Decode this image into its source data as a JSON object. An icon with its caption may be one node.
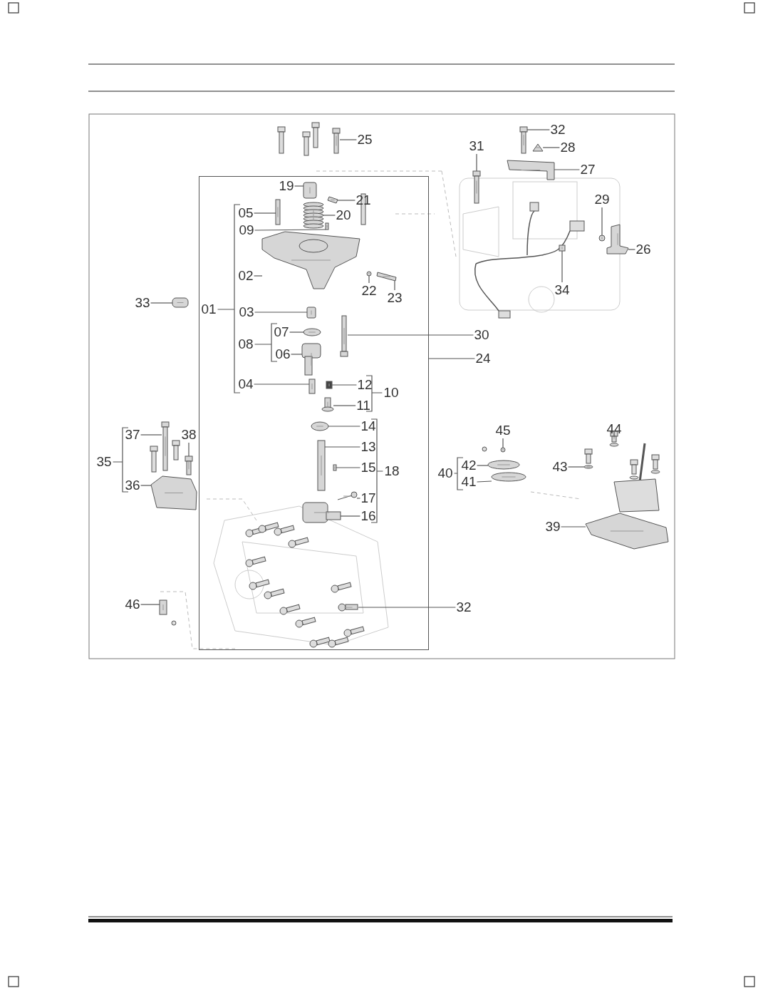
{
  "diagram": {
    "nodes": [
      {
        "text": [
          "32"
        ]
      },
      {
        "text": [
          "25"
        ]
      },
      {
        "text": [
          "31"
        ]
      },
      {
        "text": [
          "28"
        ]
      },
      {
        "text": [
          "27"
        ]
      },
      {
        "text": [],
        "shape": "box"
      },
      {
        "text": [
          "19"
        ],
        "in": 5
      },
      {
        "text": [
          "21"
        ],
        "in": 5
      },
      {
        "text": [
          "29"
        ]
      },
      {
        "text": [
          "05"
        ],
        "in": 5
      },
      {
        "text": [
          "20"
        ],
        "in": 5
      },
      {
        "text": [
          "09"
        ],
        "in": 5
      },
      {
        "text": [
          "26"
        ]
      },
      {
        "text": [
          "02"
        ],
        "in": 5
      },
      {
        "text": [
          "34"
        ]
      },
      {
        "text": [
          "22"
        ],
        "in": 5
      },
      {
        "text": [
          "23"
        ],
        "in": 5
      },
      {
        "text": [
          "33"
        ]
      },
      {
        "text": [
          "03"
        ],
        "in": 5
      },
      {
        "text": [
          "07"
        ],
        "in": 5
      },
      {
        "text": [
          "30"
        ]
      },
      {
        "text": [
          "06"
        ],
        "in": 5
      },
      {
        "text": [
          "24"
        ]
      },
      {
        "text": [
          "04"
        ],
        "in": 5
      },
      {
        "text": [
          "12"
        ],
        "in": 5
      },
      {
        "text": [
          "11"
        ],
        "in": 5
      },
      {
        "text": [
          "14"
        ],
        "in": 5
      },
      {
        "text": [
          "45"
        ]
      },
      {
        "text": [
          "44"
        ]
      },
      {
        "text": [
          "37"
        ]
      },
      {
        "text": [
          "38"
        ]
      },
      {
        "text": [
          "13"
        ],
        "in": 5
      },
      {
        "text": [
          "42"
        ]
      },
      {
        "text": [
          "43"
        ]
      },
      {
        "text": [
          "15"
        ],
        "in": 5
      },
      {
        "text": [
          "41"
        ]
      },
      {
        "text": [
          "36"
        ]
      },
      {
        "text": [
          "17"
        ],
        "in": 5
      },
      {
        "text": [
          "16"
        ],
        "in": 5
      },
      {
        "text": [
          "39"
        ]
      },
      {
        "text": [
          "46"
        ]
      },
      {
        "text": [
          "32"
        ]
      },
      {
        "text": [],
        "shape": "picture"
      },
      {
        "text": [],
        "shape": "picture"
      },
      {
        "text": [],
        "shape": "picture"
      },
      {
        "text": [],
        "shape": "picture"
      },
      {
        "text": [],
        "shape": "picture"
      },
      {
        "text": [],
        "shape": "picture",
        "in": 5
      },
      {
        "text": [],
        "shape": "picture",
        "in": 5
      },
      {
        "text": [],
        "shape": "picture"
      },
      {
        "text": [],
        "shape": "picture",
        "in": 5
      },
      {
        "text": [],
        "shape": "picture",
        "in": 5
      },
      {
        "text": [],
        "shape": "picture",
        "in": 5
      },
      {
        "text": [],
        "shape": "picture"
      },
      {
        "text": [],
        "shape": "picture",
        "in": 5
      },
      {
        "text": [],
        "shape": "picture"
      },
      {
        "text": [],
        "shape": "picture",
        "in": 5
      },
      {
        "text": [],
        "shape": "picture",
        "in": 5
      },
      {
        "text": [],
        "shape": "picture"
      },
      {
        "text": [],
        "shape": "picture",
        "in": 5
      },
      {
        "text": [],
        "shape": "picture",
        "in": 5
      },
      {
        "text": [],
        "shape": "picture",
        "in": 5
      },
      {
        "text": [],
        "shape": "picture",
        "in": 5
      },
      {
        "text": [],
        "shape": "picture",
        "in": 5
      },
      {
        "text": [],
        "shape": "picture",
        "in": 5
      },
      {
        "text": [],
        "shape": "picture",
        "in": 5
      },
      {
        "text": [],
        "shape": "picture",
        "in": 5
      },
      {
        "text": [],
        "shape": "picture"
      },
      {
        "text": [],
        "shape": "picture"
      },
      {
        "text": [],
        "shape": "picture"
      },
      {
        "text": [],
        "shape": "picture"
      },
      {
        "text": [],
        "shape": "picture",
        "in": 5
      },
      {
        "text": [],
        "shape": "picture"
      },
      {
        "text": [],
        "shape": "picture"
      },
      {
        "text": [],
        "shape": "picture",
        "in": 5
      },
      {
        "text": [],
        "shape": "picture"
      },
      {
        "text": [],
        "shape": "picture"
      },
      {
        "text": [],
        "shape": "picture",
        "in": 5
      },
      {
        "text": [],
        "shape": "picture",
        "in": 5
      },
      {
        "text": [],
        "shape": "picture"
      },
      {
        "text": [],
        "shape": "picture"
      },
      {
        "text": [],
        "shape": "picture",
        "in": 5
      }
    ],
    "edges": [
      {
        "from": 0,
        "to": 42,
        "arrow": "none"
      },
      {
        "from": 1,
        "to": 43,
        "arrow": "none"
      },
      {
        "from": 2,
        "to": 44,
        "arrow": "none"
      },
      {
        "from": 3,
        "to": 45,
        "arrow": "none"
      },
      {
        "from": 4,
        "to": 46,
        "arrow": "none"
      },
      {
        "from": 6,
        "to": 47,
        "arrow": "none"
      },
      {
        "from": 7,
        "to": 48,
        "arrow": "none"
      },
      {
        "from": 8,
        "to": 49,
        "arrow": "none"
      },
      {
        "from": 9,
        "to": 50,
        "arrow": "none"
      },
      {
        "from": 10,
        "to": 51,
        "arrow": "none"
      },
      {
        "from": 11,
        "to": 52,
        "arrow": "none"
      },
      {
        "from": 12,
        "to": 53,
        "arrow": "none"
      },
      {
        "from": 13,
        "to": 54,
        "arrow": "none"
      },
      {
        "from": 14,
        "to": 55,
        "arrow": "none"
      },
      {
        "from": 15,
        "to": 56,
        "arrow": "none"
      },
      {
        "from": 16,
        "to": 57,
        "arrow": "none"
      },
      {
        "from": 17,
        "to": 58,
        "arrow": "none"
      },
      {
        "from": 18,
        "to": 59,
        "arrow": "none"
      },
      {
        "from": 19,
        "to": 60,
        "arrow": "none"
      },
      {
        "from": 20,
        "to": 61,
        "arrow": "none"
      },
      {
        "from": 21,
        "to": 62,
        "arrow": "none"
      },
      {
        "from": 22,
        "to": 5,
        "arrow": "none"
      },
      {
        "from": 23,
        "to": 63,
        "arrow": "none"
      },
      {
        "from": 24,
        "to": 64,
        "arrow": "none"
      },
      {
        "from": 25,
        "to": 65,
        "arrow": "none"
      },
      {
        "from": 26,
        "to": 66,
        "arrow": "none"
      },
      {
        "from": 27,
        "to": 67,
        "arrow": "none"
      },
      {
        "from": 28,
        "to": 68,
        "arrow": "none"
      },
      {
        "from": 29,
        "to": 69,
        "arrow": "none"
      },
      {
        "from": 30,
        "to": 70,
        "arrow": "none"
      },
      {
        "from": 31,
        "to": 71,
        "arrow": "none"
      },
      {
        "from": 32,
        "to": 72,
        "arrow": "none"
      },
      {
        "from": 33,
        "to": 73,
        "arrow": "none"
      },
      {
        "from": 34,
        "to": 74,
        "arrow": "none"
      },
      {
        "from": 35,
        "to": 75,
        "arrow": "none"
      },
      {
        "from": 36,
        "to": 76,
        "arrow": "none"
      },
      {
        "from": 37,
        "to": 77,
        "arrow": "none"
      },
      {
        "from": 38,
        "to": 78,
        "arrow": "none"
      },
      {
        "from": 39,
        "to": 79,
        "arrow": "none"
      },
      {
        "from": 40,
        "to": 80,
        "arrow": "none"
      },
      {
        "from": 41,
        "to": 81,
        "arrow": "none"
      }
    ],
    "labels": [
      "01",
      "08",
      "10",
      "35",
      "18",
      "40"
    ]
  }
}
